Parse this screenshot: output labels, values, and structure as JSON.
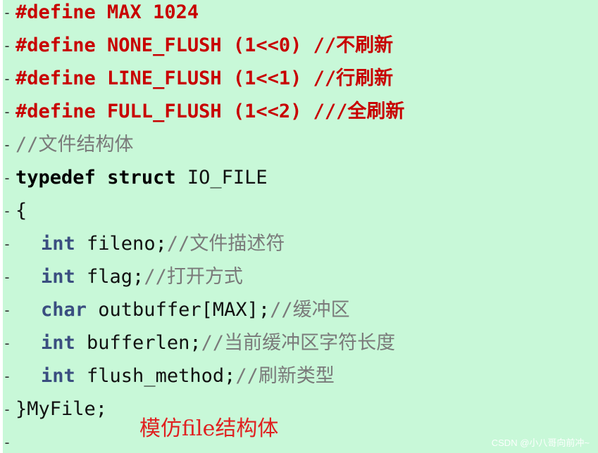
{
  "lines": [
    {
      "parts": [
        {
          "cls": "tk-macro",
          "text": "#define MAX 1024"
        }
      ]
    },
    {
      "parts": [
        {
          "cls": "tk-macro",
          "text": "#define NONE_FLUSH (1<<0) //不刷新"
        }
      ]
    },
    {
      "parts": [
        {
          "cls": "tk-macro",
          "text": "#define LINE_FLUSH (1<<1) //行刷新"
        }
      ]
    },
    {
      "parts": [
        {
          "cls": "tk-macro",
          "text": "#define FULL_FLUSH (1<<2) ///全刷新"
        }
      ]
    },
    {
      "parts": [
        {
          "cls": "tk-comment",
          "text": "//文件结构体"
        }
      ]
    },
    {
      "parts": [
        {
          "cls": "tk-keyword",
          "text": "typedef"
        },
        {
          "cls": "tk-plain",
          "text": " "
        },
        {
          "cls": "tk-keyword",
          "text": "struct"
        },
        {
          "cls": "tk-plain",
          "text": " IO_FILE"
        }
      ]
    },
    {
      "parts": [
        {
          "cls": "tk-plain",
          "text": "{"
        }
      ]
    },
    {
      "indent": true,
      "parts": [
        {
          "cls": "tk-type",
          "text": "int"
        },
        {
          "cls": "tk-plain",
          "text": " fileno;"
        },
        {
          "cls": "tk-comment",
          "text": "//文件描述符"
        }
      ]
    },
    {
      "indent": true,
      "parts": [
        {
          "cls": "tk-type",
          "text": "int"
        },
        {
          "cls": "tk-plain",
          "text": " flag;"
        },
        {
          "cls": "tk-comment",
          "text": "//打开方式"
        }
      ]
    },
    {
      "indent": true,
      "parts": [
        {
          "cls": "tk-type",
          "text": "char"
        },
        {
          "cls": "tk-plain",
          "text": " outbuffer[MAX];"
        },
        {
          "cls": "tk-comment",
          "text": "//缓冲区"
        }
      ]
    },
    {
      "indent": true,
      "parts": [
        {
          "cls": "tk-type",
          "text": "int"
        },
        {
          "cls": "tk-plain",
          "text": " bufferlen;"
        },
        {
          "cls": "tk-comment",
          "text": "//当前缓冲区字符长度"
        }
      ]
    },
    {
      "indent": true,
      "parts": [
        {
          "cls": "tk-type",
          "text": "int"
        },
        {
          "cls": "tk-plain",
          "text": " flush_method;"
        },
        {
          "cls": "tk-comment",
          "text": "//刷新类型"
        }
      ]
    },
    {
      "parts": [
        {
          "cls": "tk-plain",
          "text": "}MyFile;"
        }
      ]
    },
    {
      "parts": []
    }
  ],
  "line_marker": "-",
  "caption": "模仿file结构体",
  "watermark": "CSDN @小八哥向前冲~",
  "colors": {
    "background": "#c8f8d8",
    "macro": "#c80000",
    "type": "#3a4e80",
    "comment": "#7a7a7a",
    "caption": "#e02020"
  }
}
